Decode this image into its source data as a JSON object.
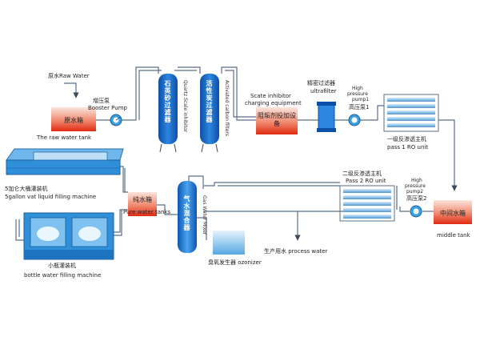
{
  "labels": {
    "raw_water_source": "原水Raw Water",
    "raw_tank_cn": "原水箱",
    "raw_tank_en": "The raw water tank",
    "booster_pump_cn": "增压泵",
    "booster_pump_en": "Booster Pump",
    "quartz_filter_cn": "石英砂过滤器",
    "quartz_filter_en": "Quartz Scale inhibitor",
    "carbon_filter_cn": "活性炭过滤器",
    "carbon_filter_en": "Activated carbon filters",
    "scale_inhibitor_en_1": "Scate inhibitor",
    "scale_inhibitor_en_2": "charging equipment",
    "scale_inhibitor_cn": "阻垢剂投加设备",
    "ultrafilter_cn": "精密过滤器",
    "ultrafilter_en": "ultrafilter",
    "hp_pump1_en_1": "High",
    "hp_pump1_en_2": "pressure",
    "hp_pump1_en_3": "pump1",
    "hp_pump1_cn": "高压泵1",
    "ro1_cn": "一级反渗透主机",
    "ro1_en": "pass 1 RO unit",
    "ro2_cn": "二级反渗透主机",
    "ro2_en": "Pass 2 RO unit",
    "hp_pump2_en_1": "High",
    "hp_pump2_en_2": "pressure",
    "hp_pump2_en_3": "pump2",
    "hp_pump2_cn": "高压泵2",
    "middle_tank_cn": "中间水箱",
    "middle_tank_en": "middle tank",
    "pure_tank_cn": "纯水箱",
    "pure_tank_en": "Pure water tanks",
    "gas_mixer_cn": "气水混合器",
    "gas_mixer_en": "Gas Water Mixer",
    "ozonizer": "臭氧发生器 ozonizer",
    "process_water": "生产用水 process water",
    "vat_machine_cn": "5加仑大桶灌装机",
    "vat_machine_en": "5gallon vat liquid filling machine",
    "bottle_machine_cn": "小瓶灌装机",
    "bottle_machine_en": "bottle water filling machine"
  },
  "colors": {
    "pipe": "#5b6f86",
    "tank_top": "#f2c4b8",
    "tank_bottom": "#e3311c",
    "filter_blue": "#1668c8",
    "pump_blue": "#3aa0e0",
    "ro_blue": "#8fc3ea",
    "machine_blue": "#2f8fd8"
  }
}
